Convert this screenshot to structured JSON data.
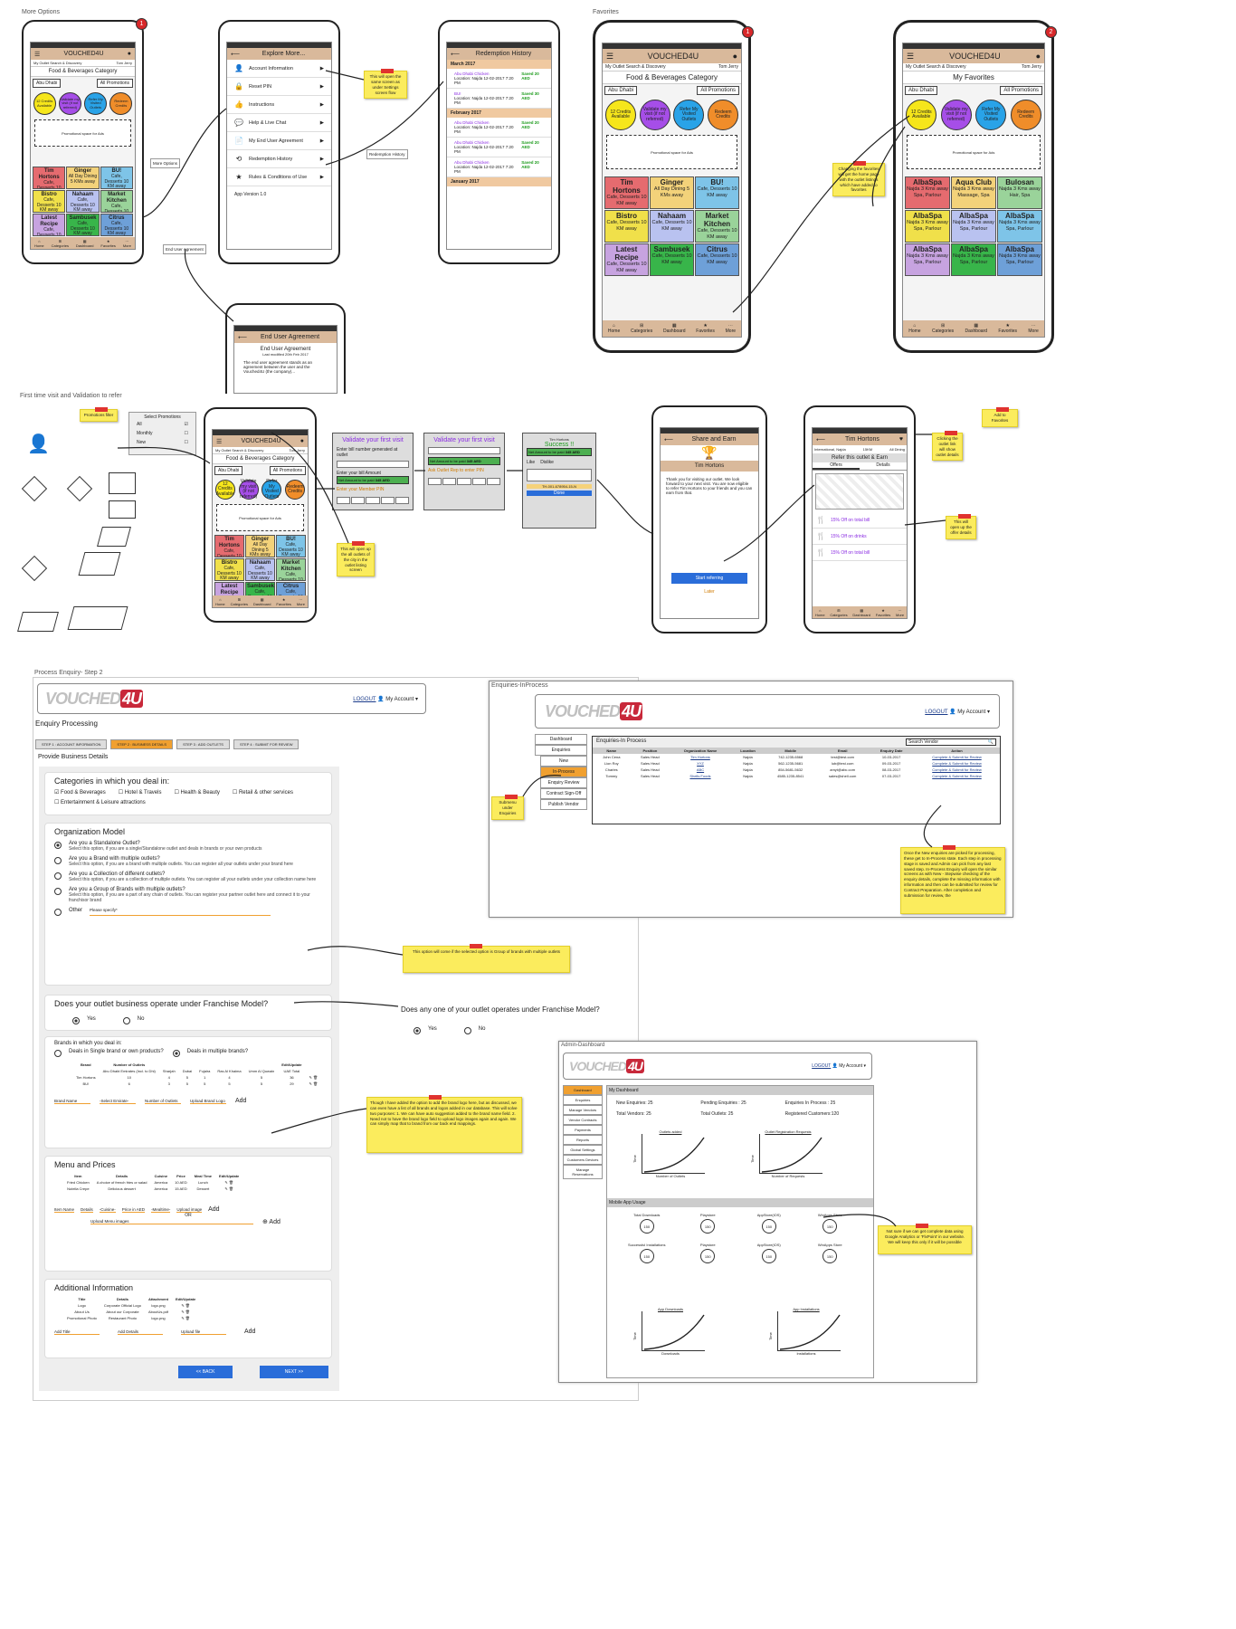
{
  "sections": {
    "more_options": "More Options",
    "favorites": "Favorites",
    "first_visit": "First time visit and Validation to refer",
    "process_enquiry": "Process Enquiry- Step 2",
    "enquiries_inprocess": "Enquiries-InProcess",
    "admin_dashboard": "Admin-Dashboard"
  },
  "app": {
    "brand": "VOUCHED4U",
    "subtitle": "My Outlet Search & Discovery",
    "user": "Tom Jerry",
    "category": "Food & Beverages Category",
    "city": "Abu Dhabi",
    "promotions": "All Promotions",
    "promo_space": "Promotional space for Ads",
    "circles": [
      {
        "label": "12 Credits Available",
        "color": "#f6e61b"
      },
      {
        "label": "Validate my visit (if not referred)",
        "color": "#a64ee8"
      },
      {
        "label": "Refer My Visited Outlets",
        "color": "#29a3e8"
      },
      {
        "label": "Redeem Credits",
        "color": "#f08d2a"
      }
    ],
    "tiles": [
      {
        "name": "Tim Hortons",
        "info": "Cafe, Desserts 10 KM away",
        "color": "#e56b6f"
      },
      {
        "name": "Ginger",
        "info": "All Day Dining 5 KMs away",
        "color": "#f3d27a"
      },
      {
        "name": "BU!",
        "info": "Cafe, Desserts 10 KM away",
        "color": "#7ec4e8"
      },
      {
        "name": "Bistro",
        "info": "Cafe, Desserts 10 KM away",
        "color": "#f0e04a"
      },
      {
        "name": "Nahaam",
        "info": "Cafe, Desserts 10 KM away",
        "color": "#b9c2f0"
      },
      {
        "name": "Market Kitchen",
        "info": "Cafe, Desserts 10 KM away",
        "color": "#9ad39a"
      },
      {
        "name": "Latest Recipe",
        "info": "Cafe, Desserts 10 KM away",
        "color": "#c7a3e0"
      },
      {
        "name": "Sambusek",
        "info": "Cafe, Desserts 10 KM away",
        "color": "#38b54a"
      },
      {
        "name": "Citrus",
        "info": "Cafe, Desserts 10 KM away",
        "color": "#6ea0d8"
      }
    ],
    "fav_title": "My Favorites",
    "fav_tiles": [
      {
        "name": "AlbaSpa",
        "info": "Najda 3 Kms away Spa, Parlour",
        "color": "#e56b6f"
      },
      {
        "name": "Aqua Club",
        "info": "Najda 3 Kms away Massage, Spa",
        "color": "#f3d27a"
      },
      {
        "name": "Bulosan",
        "info": "Najda 3 Kms away Hair, Spa",
        "color": "#9ad39a"
      },
      {
        "name": "AlbaSpa",
        "info": "Najda 3 Kms away Spa, Parlour",
        "color": "#f0e04a"
      },
      {
        "name": "AlbaSpa",
        "info": "Najda 3 Kms away Spa, Parlour",
        "color": "#b9c2f0"
      },
      {
        "name": "AlbaSpa",
        "info": "Najda 3 Kms away Spa, Parlour",
        "color": "#7ec4e8"
      },
      {
        "name": "AlbaSpa",
        "info": "Najda 3 Kms away Spa, Parlour",
        "color": "#c7a3e0"
      },
      {
        "name": "AlbaSpa",
        "info": "Najda 3 Kms away Spa, Parlour",
        "color": "#38b54a"
      },
      {
        "name": "AlbaSpa",
        "info": "Najda 3 Kms away Spa, Parlour",
        "color": "#6ea0d8"
      }
    ],
    "nav": [
      "Home",
      "Categories",
      "Dashboard",
      "Favorites",
      "More"
    ]
  },
  "explore": {
    "title": "Explore More...",
    "items": [
      "Account Information",
      "Reset PIN",
      "Instructions",
      "Help & Live Chat",
      "My End User Agreement",
      "Redemption History",
      "Rules & Conditions of Use"
    ],
    "version": "App Version 1.0"
  },
  "history": {
    "title": "Redemption History",
    "months": [
      "March 2017",
      "February 2017",
      "January 2017"
    ],
    "rows": [
      {
        "name": "Abu Dhabi Chicken",
        "info": "Location: Najda 12-02-2017 7:20 PM",
        "saved": "Saved 20 AED"
      },
      {
        "name": "BU!",
        "info": "Location: Najda 12-02-2017 7:20 PM",
        "saved": "Saved 30 AED"
      },
      {
        "name": "Abu Dhabi Chicken",
        "info": "Location: Najda 12-02-2017 7:20 PM",
        "saved": "Saved 20 AED"
      },
      {
        "name": "Abu Dhabi Chicken",
        "info": "Location: Najda 12-02-2017 7:20 PM",
        "saved": "Saved 20 AED"
      },
      {
        "name": "Abu Dhabi Chicken",
        "info": "Location: Najda 12-02-2017 7:20 PM",
        "saved": "Saved 20 AED"
      }
    ]
  },
  "agreement": {
    "title": "End User Agreement",
    "heading": "End User Agreement",
    "date": "Last modified 20th Feb 2017",
    "body": "The end user agreement stands as an agreement between the user and the Vouched4U (the company)..."
  },
  "notes": {
    "account": "This will open the same screen as under Settings screen flow",
    "fav": "Changing the favorites will get the home page with the outlet listings which have added to favorites",
    "promotions": "Promotions filter",
    "outlets": "This will open up the all outlets of the city in the outlet listing screen",
    "franchise": "This option will come if the selected option is Group of brands with multiple outlets",
    "brand_logo": "Though I have added the option to add the brand logo here, but as discussed, we can even have a list of all brands and logos added in our database. This will solve two purposes: 1. We can have auto suggestion added to the brand name field. 2. Need not to have the brand logo field to upload logo images again and again. We can simply map that to brand from our back end mappings.",
    "enquiries_sub": "Submenu under Enquiries",
    "inprocess": "Once the New enquiries are picked for processing, these get to In-Process state. Each step in processing stage is saved and Admin can pick from any last saved step. In-Process Enquiry will open the similar screens as with New - Stepwise checking of the enquiry details, complete the missing information with information and then can be submitted for review for Contract Preparation. After completion and submission for review, the",
    "analytics": "Not sure if we can get complete data using Google Analytics or 'FlxPoint' in our website. We will keep this only if it will be possible",
    "add_fav": "Add to Favorites",
    "closing": "Clicking the outlet link will show outlet details",
    "redeem": "This will open up the offer details"
  },
  "flow_labels": {
    "more_options": "More Options",
    "redemption": "Redemption History",
    "eua": "End User Agreement"
  },
  "promo_filter": {
    "title": "Select Promotions",
    "options": [
      "All",
      "Monthly",
      "New"
    ]
  },
  "validate": {
    "title": "Validate your first visit",
    "enter": "Enter bill number generated at outlet",
    "amount": "Enter your bill Amount",
    "net": "Net Amount to be paid",
    "net_val": "345 AED",
    "pin": "Enter your Member PIN",
    "ask": "Ask Outlet Rep to enter PIN",
    "success": "Success !!",
    "like": "Like",
    "dislike": "Dislike",
    "done": "Done",
    "txn": "TH-001-678954-15-N",
    "brand": "Tim Hortons"
  },
  "share": {
    "title": "Share and Earn",
    "brand": "Tim Hortons",
    "text": "Thank you for visiting our outlet. We look forward to your next visit. You are now eligible to refer Tim Hortons to your friends and you can earn from that.",
    "cta": "Start referring",
    "later": "Later"
  },
  "outlet": {
    "title": "Tim Hortons",
    "loc": "International, Najda",
    "dist": "15KM",
    "type": "All Dining",
    "refer": "Refer this outlet & Earn",
    "tabs": [
      "Offers",
      "Details"
    ],
    "offers": [
      "15% Off on total bill",
      "15% Off on drinks",
      "15% Off on total bill"
    ]
  },
  "web": {
    "logo": "VOUCHED",
    "logo_tail": "4U",
    "logout": "LOGOUT",
    "account": "My Account",
    "enquiry_title": "Enquiry Processing",
    "steps": [
      "STEP 1 : ACCOUNT INFORMATION",
      "STEP 2 : BUSINESS DETAILS",
      "STEP 3 : ADD OUTLETS",
      "STEP 4 : SUBMIT FOR REVIEW"
    ],
    "provide": "Provide Business Details",
    "categories_h": "Categories in which you deal in:",
    "categories": [
      "Food & Beverages",
      "Hotel & Travels",
      "Health & Beauty",
      "Retail & other services",
      "Entertainment & Leisure attractions"
    ],
    "org_h": "Organization Model",
    "org": [
      {
        "q": "Are you a Standalone Outlet?",
        "d": "Select this option, if you are a single/Standalone outlet and deals in brands or your own products"
      },
      {
        "q": "Are you a Brand with multiple outlets?",
        "d": "Select this option, if you are a brand with multiple outlets. You can register all your outlets under your brand here"
      },
      {
        "q": "Are you a Collection of different outlets?",
        "d": "Select this option, if you are a collection of multiple outlets. You can register all your outlets under your collection name here"
      },
      {
        "q": "Are you a Group of Brands with multiple outlets?",
        "d": "Select this option, if you are a part of any chain of outlets. You can register your partner outlet here and connect it to your franchisor brand"
      }
    ],
    "other": "Other",
    "other_ph": "Please specify*",
    "franchise_q": "Does your outlet business operate under Franchise Model?",
    "franchise_q2": "Does any one of your outlet operates under Franchise Model?",
    "yes": "Yes",
    "no": "No",
    "brands_h": "Brands in which you deal in:",
    "brands_opt": [
      "Deals in Single brand or own products?",
      "Deals in multiple brands?"
    ],
    "brand_cols": [
      "Brand",
      "Number of Outlets",
      "Edit/Update"
    ],
    "brand_sub": [
      "Abu Dhabi Emirates (Incl. to Dhi)",
      "Sharjah",
      "Dubai",
      "Fujaira",
      "Ras Al Khaima",
      "Umm Al Quwain",
      "UAE Total"
    ],
    "brand_rows": [
      {
        "name": "Tim Hortons",
        "v": [
          "10",
          "4",
          "5",
          "1",
          "4",
          "5",
          "36"
        ]
      },
      {
        "name": "BU!",
        "v": [
          "6",
          "3",
          "5",
          "5",
          "5",
          "5",
          "29"
        ]
      }
    ],
    "brand_form": [
      "Brand Name",
      "-Select Emirate-",
      "Number of Outlets",
      "Upload Brand Logo",
      "Add"
    ],
    "menu_h": "Menu and Prices",
    "menu_cols": [
      "Item",
      "Details",
      "Cuisine",
      "Price",
      "Meal Time",
      "Edit/Update"
    ],
    "menu_rows": [
      {
        "item": "Fried Chicken",
        "details": "A choice of french fries or salad",
        "cuisine": "America",
        "price": "10 AED",
        "meal": "Lunch"
      },
      {
        "item": "Nutella Crepe",
        "details": "Delicious dessert",
        "cuisine": "America",
        "price": "15 AED",
        "meal": "Dessert"
      }
    ],
    "menu_form": [
      "Item Name",
      "Details",
      "-Cuisine-",
      "Price in AED",
      "-Mealtime-",
      "Upload image",
      "Add"
    ],
    "or": "OR",
    "upload_menu": "Upload Menu images",
    "addl_h": "Additional Information",
    "addl_cols": [
      "Title",
      "Details",
      "Attachment",
      "Edit/Update"
    ],
    "addl_rows": [
      {
        "t": "Logo",
        "d": "Corporate Official Logo",
        "a": "logo.png"
      },
      {
        "t": "About Us",
        "d": "About our Corporate",
        "a": "AboutUs.pdf"
      },
      {
        "t": "Promotional Photo",
        "d": "Restaurant Photo",
        "a": "logo.png"
      }
    ],
    "addl_form": [
      "Add Title",
      "Add Details",
      "Upload file",
      "Add"
    ],
    "back": "<< BACK",
    "next": "NEXT >>"
  },
  "enq": {
    "menu": [
      "Dashboard",
      "Enquiries",
      "New",
      "In-Process",
      "Enquiry Review",
      "Contract Sign-Off",
      "Publish Vendor"
    ],
    "title": "Enquiries-In Process",
    "search": "Search Vendor",
    "cols": [
      "Name",
      "Position",
      "Organization Name",
      "Location",
      "Mobile",
      "Email",
      "Enquiry Date",
      "Action"
    ],
    "rows": [
      {
        "n": "John Cena",
        "p": "Sales Head",
        "o": "Tim Hortons",
        "l": "Najda",
        "m": "742-1235-6568",
        "e": "test@test.com",
        "d": "10-03-2017",
        "a": "Complete & Submit for Review"
      },
      {
        "n": "Lion Roy",
        "p": "Sales Head",
        "o": "XYZ",
        "l": "Najda",
        "m": "562-1235-5681",
        "e": "lub@test.com",
        "d": "09-03-2017",
        "a": "Complete & Submit for Review"
      },
      {
        "n": "Charles",
        "p": "Sales Head",
        "o": "ABC",
        "l": "Najda",
        "m": "854-5681-5632",
        "e": "amyt@abc.com",
        "d": "08-03-2017",
        "a": "Complete & Submit for Review"
      },
      {
        "n": "Tommy",
        "p": "Sales Head",
        "o": "Shells Foods",
        "l": "Najda",
        "m": "4585-1235-8541",
        "e": "sales@shell.com",
        "d": "07-03-2017",
        "a": "Complete & Submit for Review"
      }
    ]
  },
  "admin": {
    "menu": [
      "Dashboard",
      "Enquiries",
      "Manage Vendors",
      "Vendor Contracts",
      "Payments",
      "Reports",
      "Global Settings",
      "Customers Devices",
      "Manage Reservations"
    ],
    "my_dash": "My Dashboard",
    "stats": [
      "New Enquiries: 25",
      "Pending Enquiries : 25",
      "Enquiries In Process : 25",
      "Total Vendors: 25",
      "Total Outlets: 25",
      "Registered Customers:120"
    ],
    "chart1": {
      "title": "Outlets added",
      "x": "Number of Outlets",
      "y": "Time"
    },
    "chart2": {
      "title": "Outlet Registration Requests",
      "x": "Number of Requests",
      "y": "Time"
    },
    "usage_h": "Mobile App Usage",
    "stores": [
      "Playstore",
      "AppStore(iOS)",
      "WinApps Store"
    ],
    "dl": "Total Downloads",
    "inst": "Successful Installations",
    "ring": "150",
    "chart3": {
      "title": "App Downloads",
      "x": "Downloads",
      "y": "Time"
    },
    "chart4": {
      "title": "App Installations",
      "x": "Installations",
      "y": "Time"
    }
  }
}
